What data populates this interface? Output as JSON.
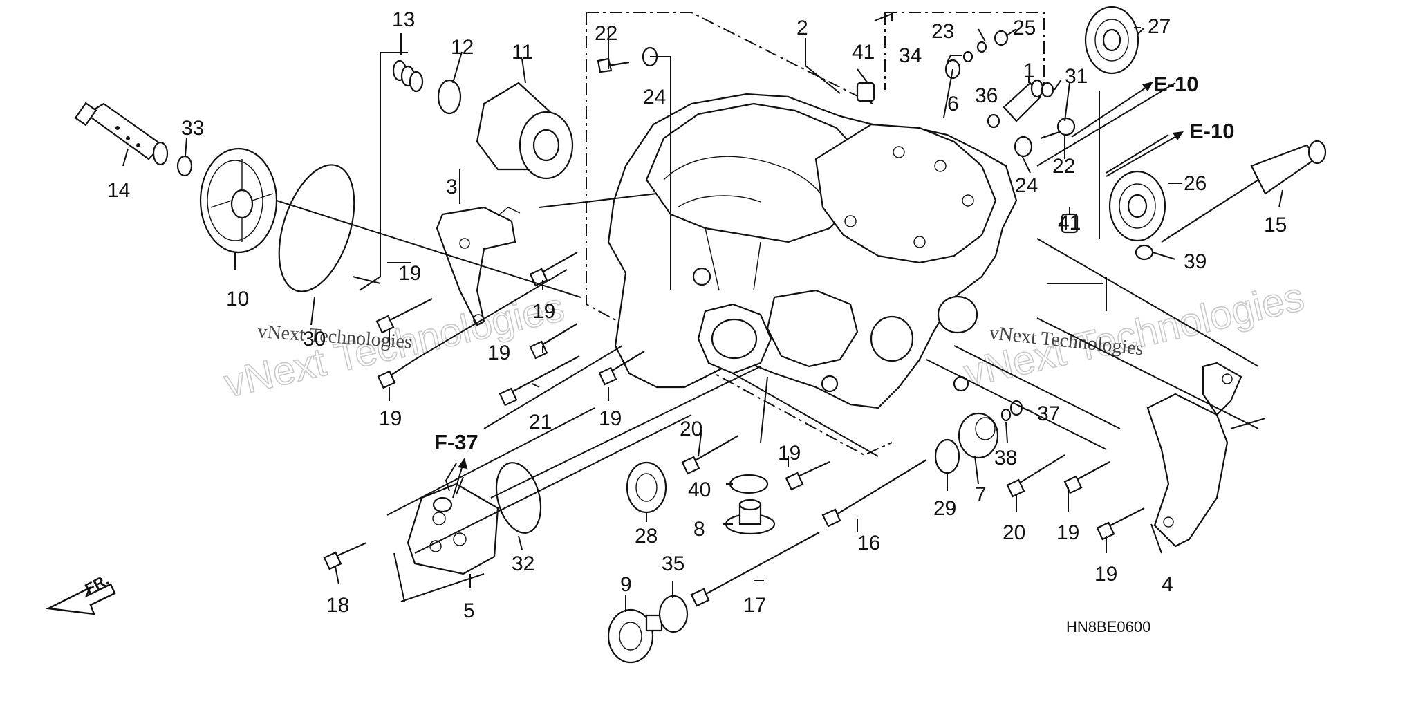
{
  "diagram_code": "HN8BE0600",
  "references": {
    "f37": "F-37",
    "e10_upper": "E-10",
    "e10_lower": "E-10",
    "front": "FR."
  },
  "watermark": {
    "left_big": "vNext Technologies",
    "left_small": "vNext Technologies",
    "right_big": "vNext Technologies",
    "right_small": "vNext Technologies"
  },
  "callouts": {
    "p1": "1",
    "p2": "2",
    "p3": "3",
    "p4": "4",
    "p5": "5",
    "p6": "6",
    "p7": "7",
    "p8": "8",
    "p9": "9",
    "p10": "10",
    "p11": "11",
    "p12": "12",
    "p13": "13",
    "p14": "14",
    "p15": "15",
    "p16": "16",
    "p17": "17",
    "p18": "18",
    "p19a": "19",
    "p19b": "19",
    "p19c": "19",
    "p19d": "19",
    "p19e": "19",
    "p19f": "19",
    "p19g": "19",
    "p19h": "19",
    "p20a": "20",
    "p20b": "20",
    "p21": "21",
    "p22a": "22",
    "p22b": "22",
    "p23": "23",
    "p24a": "24",
    "p24b": "24",
    "p25": "25",
    "p26": "26",
    "p27": "27",
    "p28": "28",
    "p29": "29",
    "p30": "30",
    "p31": "31",
    "p32": "32",
    "p33": "33",
    "p34": "34",
    "p35": "35",
    "p36": "36",
    "p37": "37",
    "p38": "38",
    "p39": "39",
    "p40": "40",
    "p41a": "41",
    "p41b": "41"
  }
}
